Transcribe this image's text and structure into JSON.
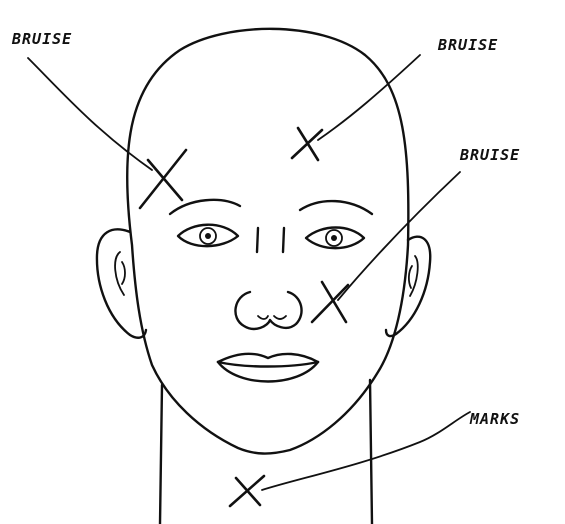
{
  "annotations": [
    {
      "id": "forehead-left",
      "label": "BRUISE"
    },
    {
      "id": "forehead-right",
      "label": "BRUISE"
    },
    {
      "id": "cheek-left",
      "label": "BRUISE"
    },
    {
      "id": "neck",
      "label": "MARKS"
    }
  ],
  "colors": {
    "ink": "#111111",
    "paper": "#ffffff"
  }
}
